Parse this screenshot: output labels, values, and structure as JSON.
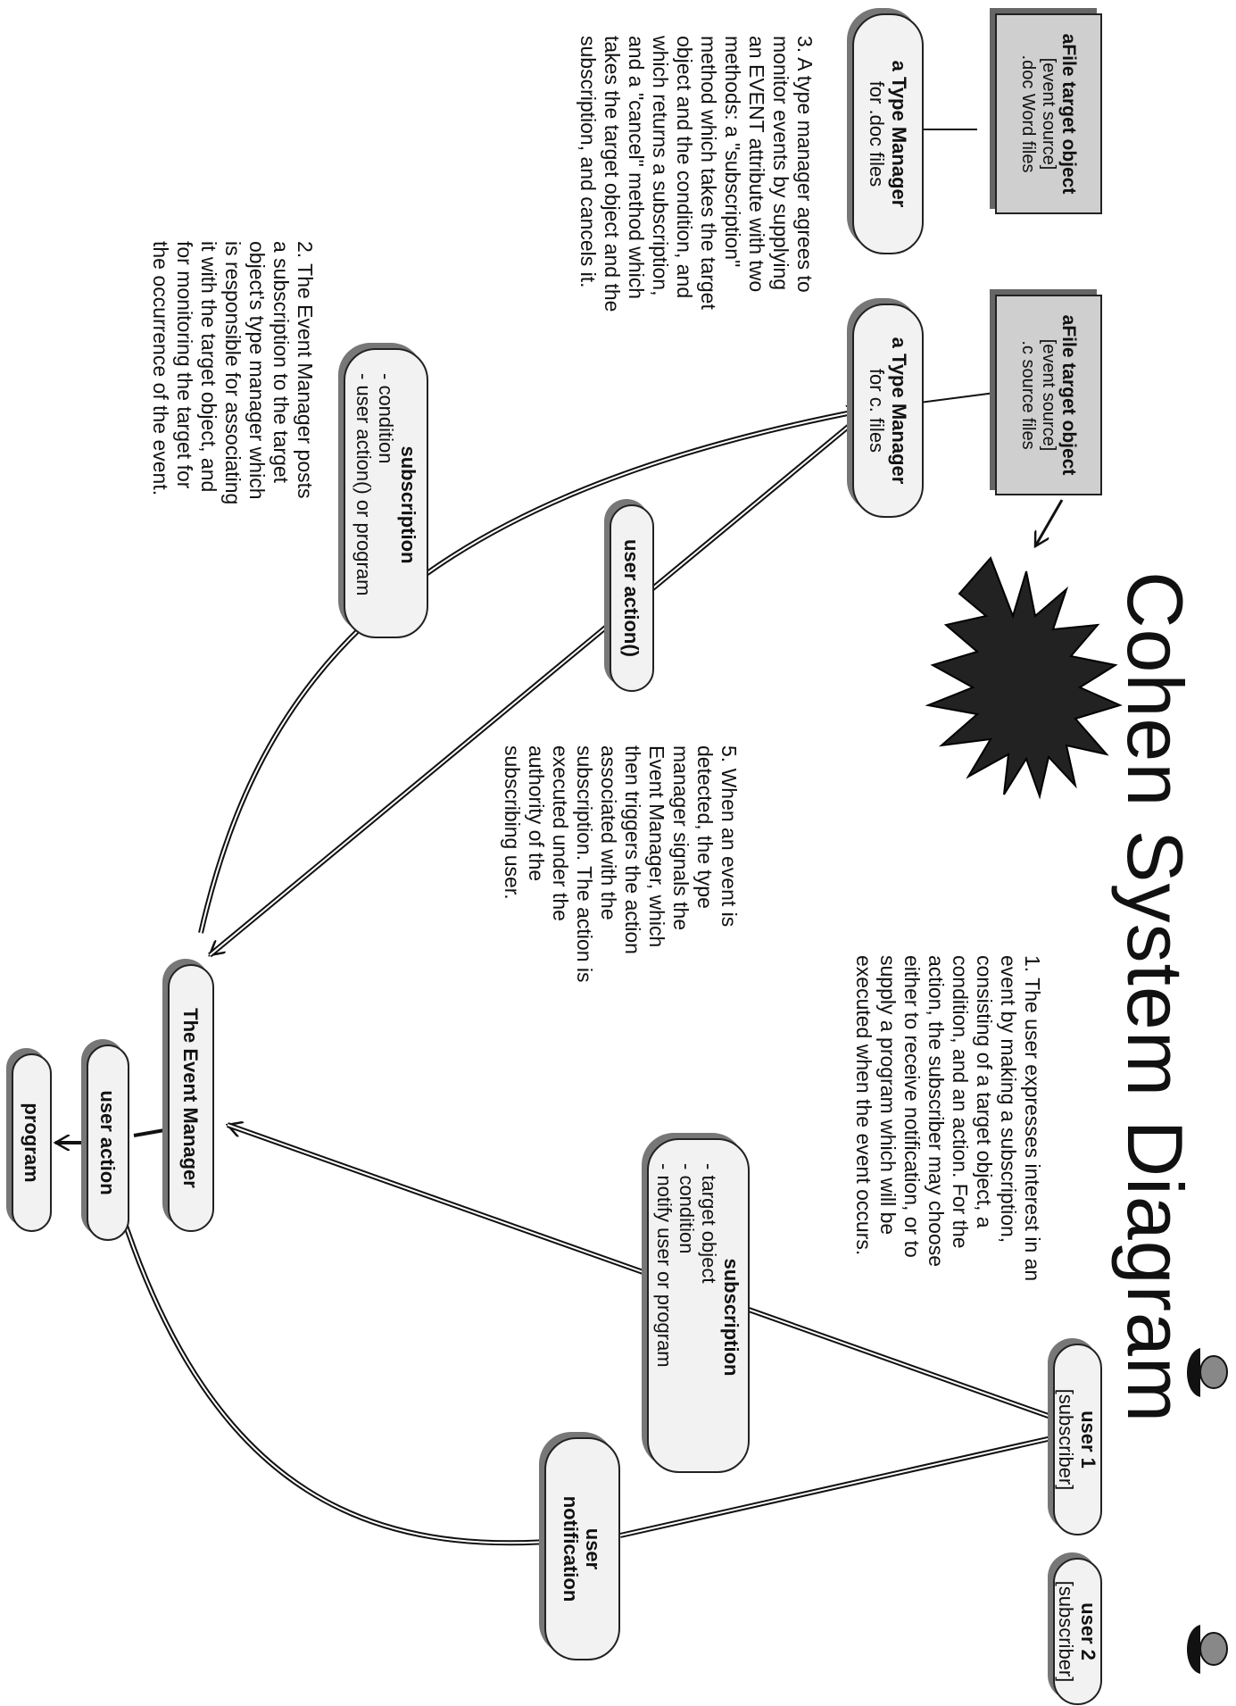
{
  "title": "Cohen System Diagram",
  "nodes": {
    "file_doc": {
      "title": "aFile target object",
      "line1": "[event source]",
      "line2": ".doc Word files"
    },
    "file_c": {
      "title": "aFile target object",
      "line1": "[event source]",
      "line2": ".c source files"
    },
    "tm_doc": {
      "title": "a Type Manager",
      "line1": "for .doc files"
    },
    "tm_c": {
      "title": "a Type Manager",
      "line1": "for c. files"
    },
    "sub_tm": {
      "title": "subscription",
      "lines": "- condition\n- user action() or program"
    },
    "user_action_fn": {
      "label": "user action()"
    },
    "event_manager": {
      "label": "The Event Manager"
    },
    "user_action": {
      "label": "user action"
    },
    "program": {
      "label": "program"
    },
    "sub_user": {
      "title": "subscription",
      "lines": "- target object\n- condition\n- notify user or program"
    },
    "user1": {
      "name": "user 1",
      "role": "[subscriber]"
    },
    "user2": {
      "name": "user 2",
      "role": "[subscriber]"
    },
    "user_notification": {
      "line1": "user",
      "line2": "notification"
    }
  },
  "notes": {
    "n1": "1. The user expresses interest in an\nevent by making a subscription,\nconsisting of a target object, a\ncondition, and an action. For the\naction, the subscriber may choose\neither to receive notification, or to\nsupply a program which will be\nexecuted when the event occurs.",
    "n2": "2. The Event Manager posts\na subscription to the target\nobject's type manager which\nis responsible for associating\nit with the target object, and\nfor monitoring the target for\nthe occurrence of the event.",
    "n3": "3. A type manager agrees to\nmonitor events by supplying\nan EVENT attribute with two\nmethods: a \"subscription\"\nmethod which takes the target\nobject and the condition, and\nwhich returns a subscription,\nand a \"cancel\" method which\ntakes the target object and the\nsubscription, and cancels it.",
    "n5": "5. When an event is\ndetected, the type\nmanager signals the\nEvent Manager, which\nthen triggers the action\nassociated with the\nsubscription. The action is\nexecuted under the\nauthority of the\nsubscribing user."
  },
  "colors": {
    "ink": "#111111",
    "pill_fill": "#f2f2f2",
    "rect_fill": "#cfcfcf",
    "shadow": "#777777"
  }
}
